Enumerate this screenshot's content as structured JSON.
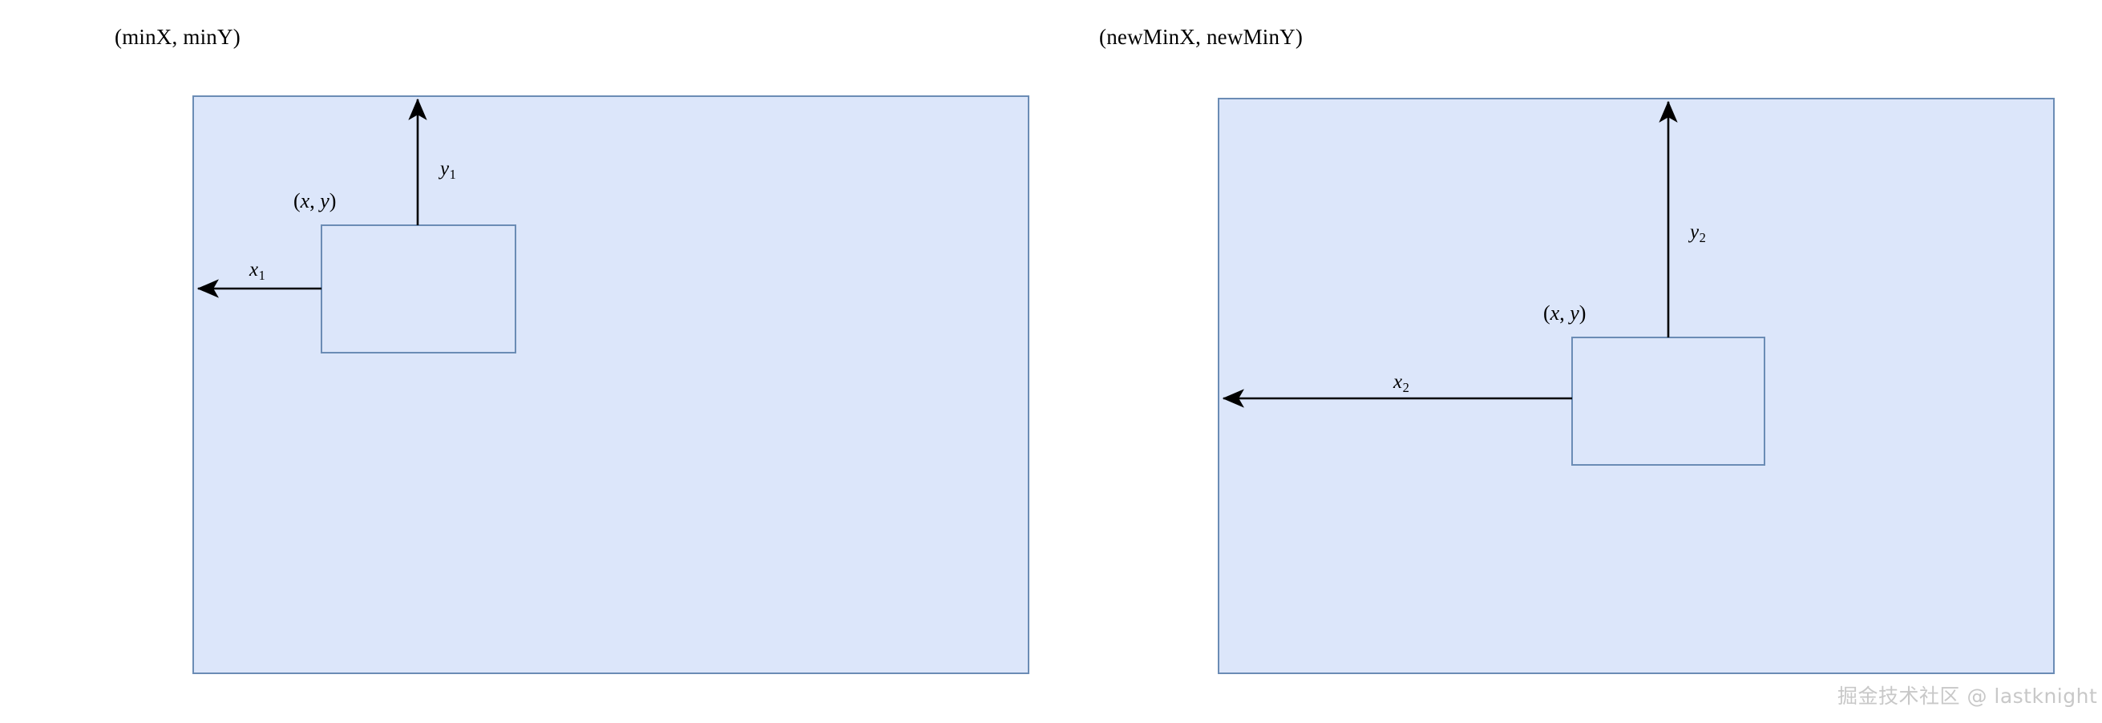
{
  "figure": {
    "background_color": "#ffffff",
    "box_fill_color": "#dce6fa",
    "box_stroke_color": "#6b8cb5",
    "arrow_color": "#000000",
    "watermark_color": "#c8c8c8"
  },
  "panels": [
    {
      "id": "left",
      "corner_label": "(minX, minY)",
      "point_label_open": "(",
      "point_label_x": "x",
      "point_label_comma": ", ",
      "point_label_y": "y",
      "point_label_close": ")",
      "horizontal_measure": "x",
      "horizontal_measure_sub": "1",
      "vertical_measure": "y",
      "vertical_measure_sub": "1"
    },
    {
      "id": "right",
      "corner_label": "(newMinX, newMinY)",
      "point_label_open": "(",
      "point_label_x": "x",
      "point_label_comma": ", ",
      "point_label_y": "y",
      "point_label_close": ")",
      "horizontal_measure": "x",
      "horizontal_measure_sub": "2",
      "vertical_measure": "y",
      "vertical_measure_sub": "2"
    }
  ],
  "watermark": {
    "text": "掘金技术社区 @ lastknight"
  }
}
